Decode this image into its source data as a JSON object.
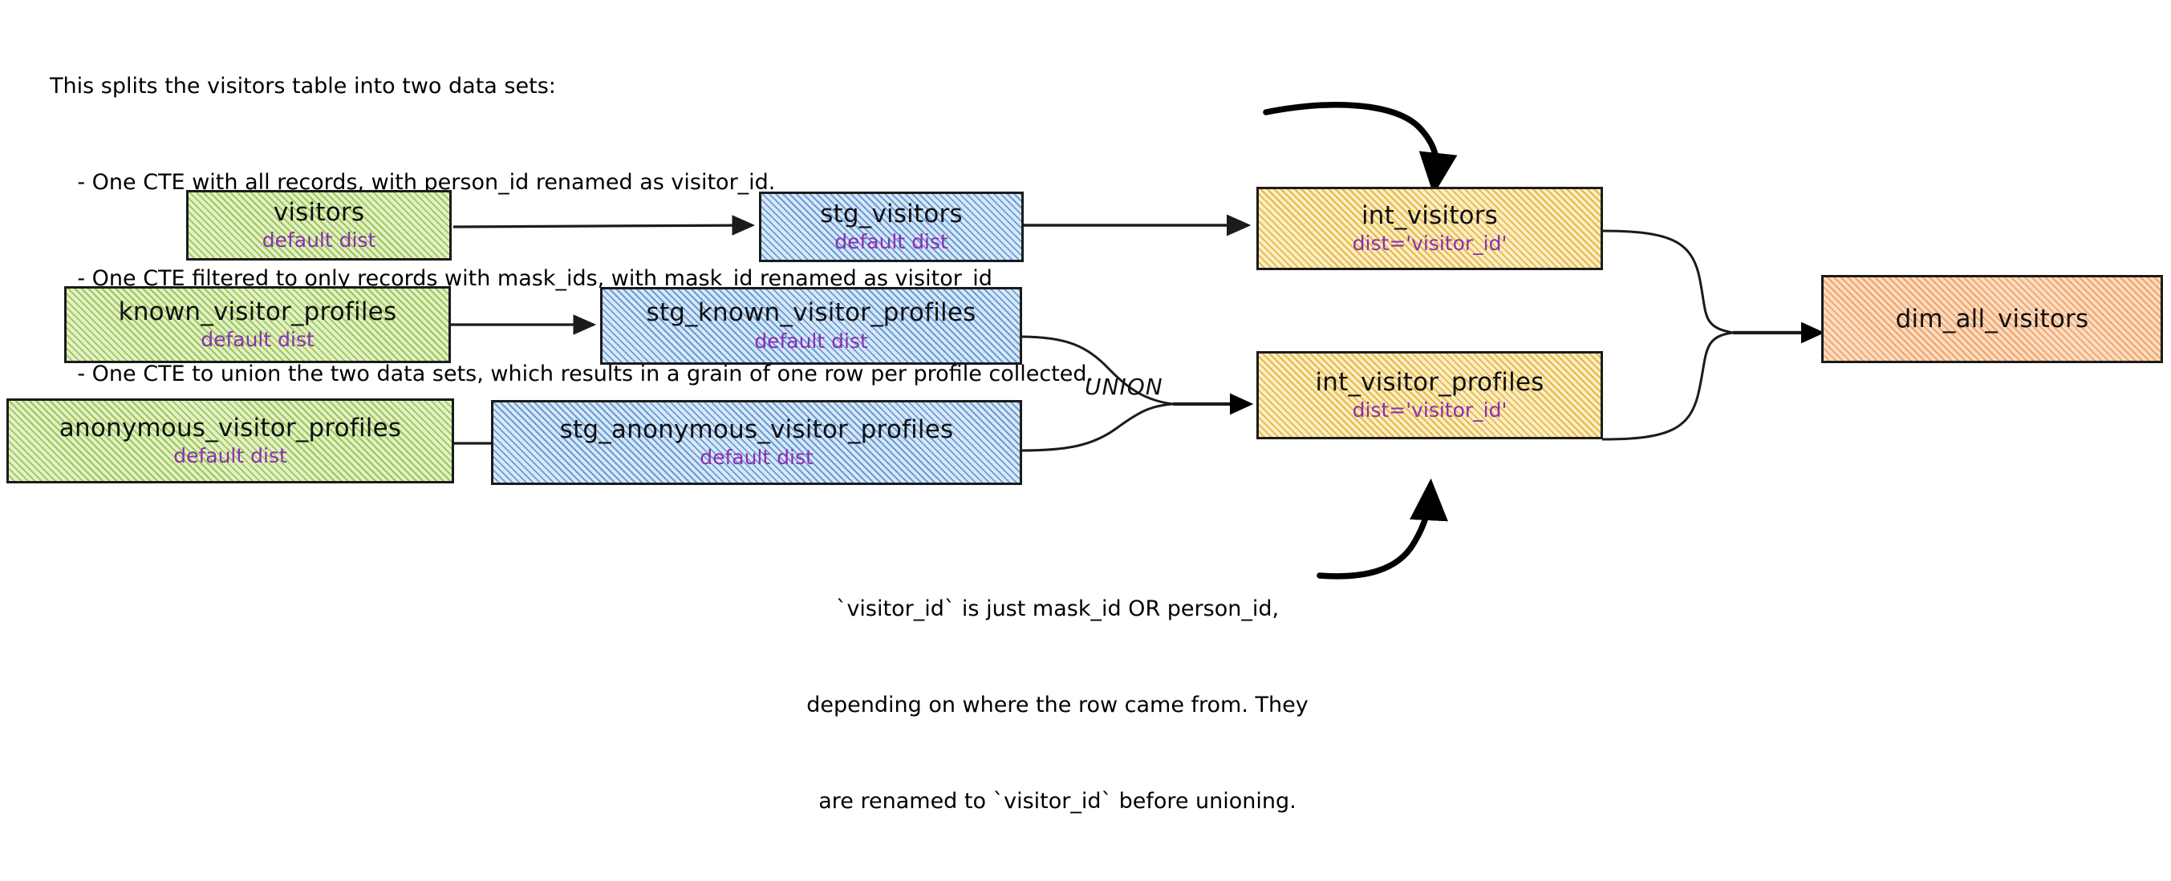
{
  "diagram": {
    "title_note": {
      "lines": [
        "This splits the visitors table into two data sets:",
        "    - One CTE with all records, with person_id renamed as visitor_id.",
        "    - One CTE filtered to only records with mask_ids, with mask_id renamed as visitor_id",
        "    - One CTE to union the two data sets, which results in a grain of one row per profile collected."
      ],
      "line1": "This splits the visitors table into two data sets:",
      "line2": "    - One CTE with all records, with person_id renamed as visitor_id.",
      "line3": "    - One CTE filtered to only records with mask_ids, with mask_id renamed as visitor_id",
      "line4": "    - One CTE to union the two data sets, which results in a grain of one row per profile collected."
    },
    "bottom_note": {
      "line1": "`visitor_id` is just mask_id OR person_id,",
      "line2": "depending on where the row came from. They",
      "line3": "are renamed to `visitor_id` before unioning."
    },
    "union_label": "UNION",
    "nodes": {
      "visitors": {
        "name": "visitors",
        "dist": "default dist",
        "color": "#8cc13f"
      },
      "known_visitor_profiles": {
        "name": "known_visitor_profiles",
        "dist": "default dist",
        "color": "#8cc13f"
      },
      "anonymous_visitor_profiles": {
        "name": "anonymous_visitor_profiles",
        "dist": "default dist",
        "color": "#8cc13f"
      },
      "stg_visitors": {
        "name": "stg_visitors",
        "dist": "default dist",
        "color": "#4682c8"
      },
      "stg_known_visitor_profiles": {
        "name": "stg_known_visitor_profiles",
        "dist": "default dist",
        "color": "#4682c8"
      },
      "stg_anonymous_visitor_profiles": {
        "name": "stg_anonymous_visitor_profiles",
        "dist": "default dist",
        "color": "#4682c8"
      },
      "int_visitors": {
        "name": "int_visitors",
        "dist": "dist='visitor_id'",
        "color": "#e2a82c"
      },
      "int_visitor_profiles": {
        "name": "int_visitor_profiles",
        "dist": "dist='visitor_id'",
        "color": "#e2a82c"
      },
      "dim_all_visitors": {
        "name": "dim_all_visitors",
        "dist": "",
        "color": "#ee8e48"
      }
    },
    "palette": {
      "source_green": "#8cc13f",
      "staging_blue": "#4682c8",
      "intermediate_yellow": "#e2a82c",
      "mart_orange": "#ee8e48",
      "dist_purple": "#8b2fb0",
      "stroke_black": "#1b1b1b"
    }
  }
}
